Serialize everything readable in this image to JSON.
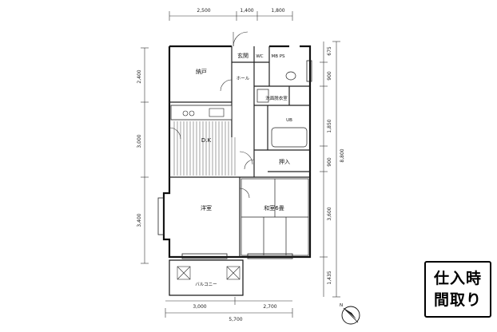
{
  "dimensions": {
    "top": [
      "2,500",
      "1,400",
      "1,800"
    ],
    "bottom_sub": [
      "3,000",
      "2,700"
    ],
    "bottom_total": "5,700",
    "left": [
      "2,400",
      "3,000",
      "3,400"
    ],
    "right_small": [
      "675",
      "900",
      "1,850",
      "900",
      "3,600",
      "1,435"
    ],
    "right_total": "8,800"
  },
  "rooms": {
    "entrance": "玄関",
    "hall": "ホール",
    "storage": "納戸",
    "washroom": "洗面脱衣室",
    "unit_bath": "UB",
    "dk": "D.K",
    "closet": "押入",
    "western": "洋室",
    "japanese": "和室6畳",
    "balcony": "バルコニー",
    "toilet": "WC",
    "mb_ps": "MB PS"
  },
  "labels": {
    "north": "N"
  },
  "stamp": {
    "line1": "仕入時",
    "line2": "間取り"
  }
}
